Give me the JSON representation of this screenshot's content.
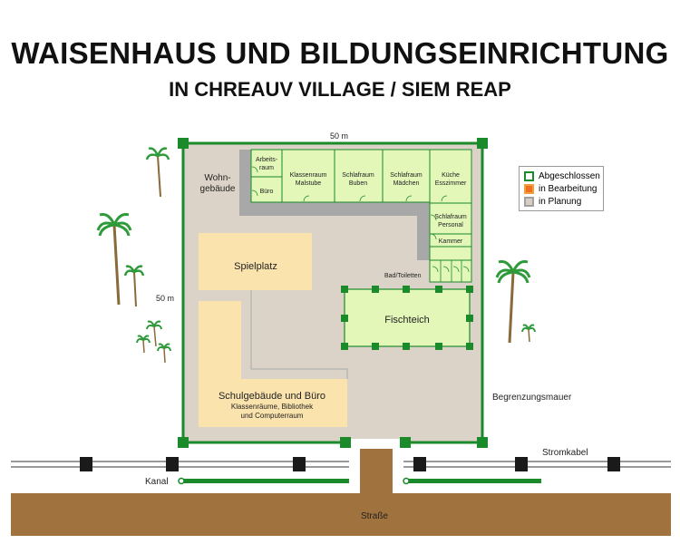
{
  "header": {
    "title": "WAISENHAUS UND BILDUNGSEINRICHTUNG",
    "subtitle": "IN CHREAUV VILLAGE / SIEM REAP"
  },
  "dimensions": {
    "width": "50 m",
    "height": "50 m"
  },
  "buildings": {
    "wohn": "Wohn-",
    "wohn2": "gebäude",
    "arbeit1": "Arbeits-",
    "arbeit2": "raum",
    "buero": "Büro",
    "klassen1": "Klassenraum",
    "klassen2": "Malstube",
    "schlafB1": "Schlafraum",
    "schlafB2": "Buben",
    "schlafM1": "Schlafraum",
    "schlafM2": "Mädchen",
    "kueche1": "Küche",
    "kueche2": "Esszimmer",
    "schlafP1": "Schlafraum",
    "schlafP2": "Personal",
    "kammer": "Kammer",
    "bad": "Bad/Toiletten",
    "spielplatz": "Spielplatz",
    "fischteich": "Fischteich",
    "schule1": "Schulgebäude und Büro",
    "schule2": "Klassenräume, Bibliothek",
    "schule3": "und Computerraum"
  },
  "labels": {
    "mauer": "Begrenzungsmauer",
    "strom": "Stromkabel",
    "kanal": "Kanal",
    "strasse": "Straße"
  },
  "legend": [
    {
      "label": "Abgeschlossen",
      "border": "#1a8a2a",
      "fill": "#ffffff"
    },
    {
      "label": "in Bearbeitung",
      "border": "#f0a040",
      "fill": "#f07020"
    },
    {
      "label": "in Planung",
      "border": "#a0a0a0",
      "fill": "#d8cfc4"
    }
  ],
  "colors": {
    "wall": "#1a8a2a",
    "ground": "#dcd3c8",
    "building": "#e2f7b8",
    "planned": "#fbe3ad",
    "corridor": "#a8a8a8",
    "road": "#a0723e",
    "palm": "#2e9a3a"
  }
}
